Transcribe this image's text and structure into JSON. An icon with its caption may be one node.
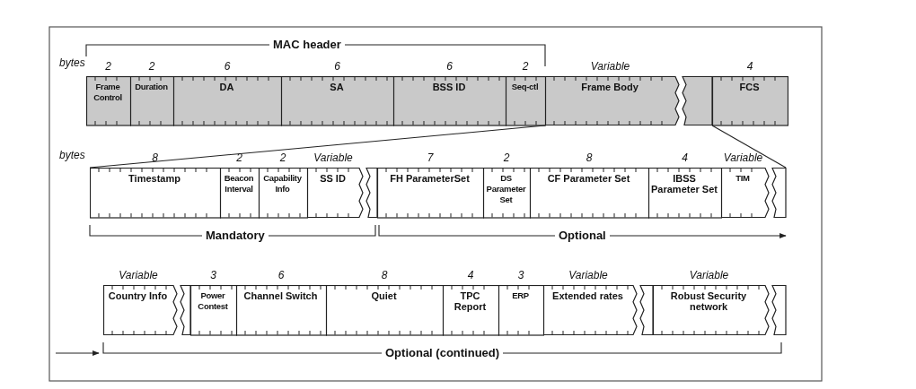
{
  "diagram": {
    "nodes": [
      {
        "text": [
          "Frame Control"
        ],
        "beside": [
          "2"
        ]
      },
      {
        "text": [
          "Duration"
        ],
        "beside": [
          "2"
        ]
      },
      {
        "text": [
          "DA"
        ],
        "beside": [
          "6"
        ]
      },
      {
        "text": [
          "SA"
        ],
        "beside": [
          "6"
        ]
      },
      {
        "text": [
          "BSS ID"
        ],
        "beside": [
          "6"
        ]
      },
      {
        "text": [
          "Seq-ctl"
        ],
        "beside": [
          "2"
        ]
      },
      {
        "text": [
          "Frame Body"
        ],
        "beside": [
          "Variable"
        ]
      },
      {
        "text": [
          "FCS"
        ],
        "beside": [
          "4"
        ]
      },
      {
        "text": [
          "Timestamp"
        ],
        "beside": [
          "8"
        ]
      },
      {
        "text": [
          "Beacon Interval"
        ],
        "beside": [
          "2"
        ]
      },
      {
        "text": [
          "Capability Info"
        ],
        "beside": [
          "2"
        ]
      },
      {
        "text": [
          "SS ID"
        ],
        "beside": [
          "Variable"
        ]
      },
      {
        "text": [
          "FH ParameterSet"
        ],
        "beside": [
          "7"
        ]
      },
      {
        "text": [
          "DS Parameter Set"
        ],
        "beside": [
          "2"
        ]
      },
      {
        "text": [
          "CF Parameter Set"
        ],
        "beside": [
          "8"
        ]
      },
      {
        "text": [
          "IBSS Parameter Set"
        ],
        "beside": [
          "4"
        ]
      },
      {
        "text": [
          "TIM"
        ],
        "beside": [
          "Variable"
        ]
      },
      {
        "text": [
          "Country Info"
        ],
        "beside": [
          "Variable"
        ]
      },
      {
        "text": [
          "Power Contest"
        ],
        "beside": [
          "3"
        ]
      },
      {
        "text": [
          "Channel Switch"
        ],
        "beside": [
          "6"
        ]
      },
      {
        "text": [
          "Quiet"
        ],
        "beside": [
          "8"
        ]
      },
      {
        "text": [
          "TPC Report"
        ],
        "beside": [
          "4"
        ]
      },
      {
        "text": [
          "ERP"
        ],
        "beside": [
          "3"
        ]
      },
      {
        "text": [
          "Extended rates"
        ],
        "beside": [
          "Variable"
        ]
      },
      {
        "text": [
          "Robust Security network"
        ],
        "beside": [
          "Variable"
        ]
      }
    ],
    "edges": [
      {
        "from": 6,
        "to": 8,
        "arrow": "none"
      },
      {
        "from": 6,
        "to": 16,
        "arrow": "none"
      }
    ],
    "labels": [
      "MAC header",
      "bytes",
      "bytes",
      "Mandatory",
      "Optional",
      "Optional (continued)"
    ]
  }
}
